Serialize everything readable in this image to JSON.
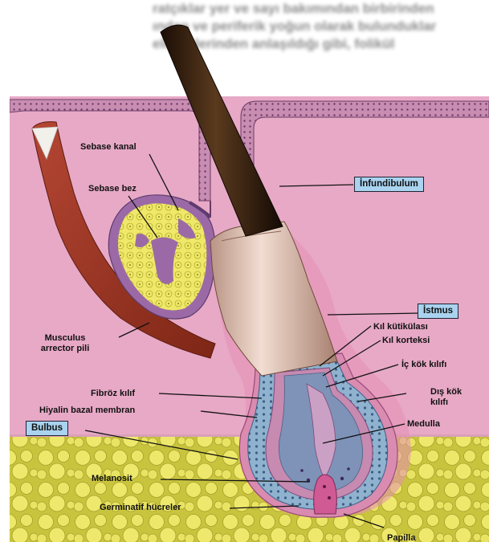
{
  "header_text": {
    "line1": "ratçıklar yer ve sayı bakımından birbirinden",
    "line2": "ından ve periferik yoğun olarak bulunduklar",
    "line3": "elişmelerinden anlaşıldığı gibi, folikül"
  },
  "labels": {
    "sebase_kanal": "Sebase kanal",
    "sebase_bez": "Sebase bez",
    "musculus": "Musculus",
    "arrector_pili": "arrector pili",
    "infundibulum": "İnfundibulum",
    "istmus": "İstmus",
    "kil_kutikulasi": "Kıl kütikülası",
    "kil_korteksi": "Kıl korteksi",
    "ic_kok_kilifi": "İç kök kılıfı",
    "dis_kok": "Dış kök",
    "kilifi": "kılıfı",
    "fibroz_kilif": "Fibröz kılıf",
    "hiyalin": "Hiyalin bazal membran",
    "medulla": "Medulla",
    "bulbus": "Bulbus",
    "melanosit": "Melanosit",
    "germinatif": "Germinatif hücreler",
    "papilla": "Papilla"
  },
  "colors": {
    "dermis": "#e7a9c6",
    "epidermis": "#c78ab0",
    "fat": "#e8e46a",
    "fat_bg": "#c9c43e",
    "hair_shaft": "#3a2210",
    "outer_root": "#8fb2cf",
    "muscle": "#9a3322",
    "gland": "#efe868",
    "label_box": "#a9d3ef"
  }
}
